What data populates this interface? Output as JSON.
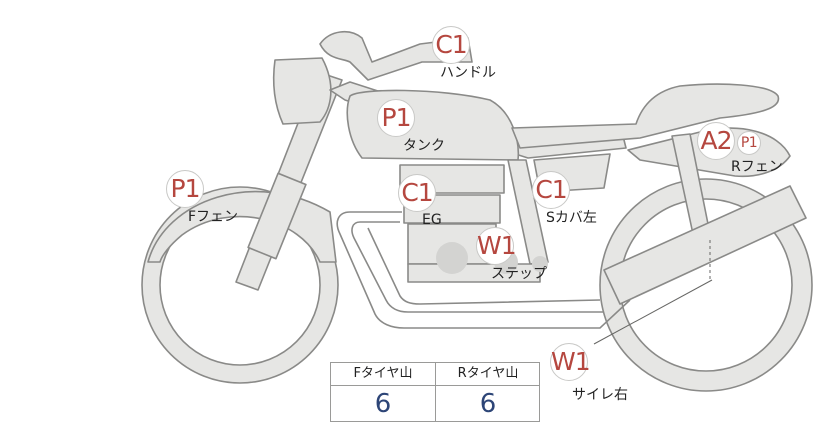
{
  "callouts": {
    "handle": {
      "code": "C1",
      "label": "ハンドル"
    },
    "tank": {
      "code": "P1",
      "label": "タンク"
    },
    "front_fender": {
      "code": "P1",
      "label": "Fフェン"
    },
    "engine": {
      "code": "C1",
      "label": "EG"
    },
    "side_cover": {
      "code": "C1",
      "label": "Sカバ左"
    },
    "step": {
      "code": "W1",
      "label": "ステップ"
    },
    "rear_fender": {
      "code": "A2",
      "code2": "P1",
      "label": "Rフェン"
    },
    "muffler": {
      "code": "W1",
      "label": "サイレ右"
    }
  },
  "tread": {
    "front_header": "Fタイヤ山",
    "rear_header": "Rタイヤ山",
    "front_value": "6",
    "rear_value": "6"
  },
  "colors": {
    "code_text": "#b5473f",
    "tread_value": "#2d4577",
    "bike_fill": "#e6e6e4",
    "bike_stroke": "#8a8a88"
  }
}
